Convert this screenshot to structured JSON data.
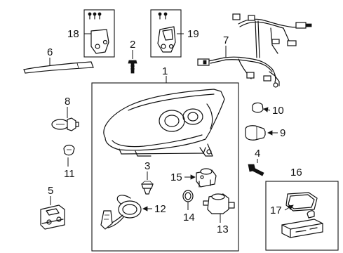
{
  "diagram": {
    "callouts": [
      "1",
      "2",
      "3",
      "4",
      "5",
      "6",
      "7",
      "8",
      "9",
      "10",
      "11",
      "12",
      "13",
      "14",
      "15",
      "16",
      "17",
      "18",
      "19"
    ],
    "parts": [
      {
        "callout": "1",
        "name": "headlamp-assembly"
      },
      {
        "callout": "2",
        "name": "bolt"
      },
      {
        "callout": "3",
        "name": "push-clip"
      },
      {
        "callout": "4",
        "name": "bolt"
      },
      {
        "callout": "5",
        "name": "mounting-bracket"
      },
      {
        "callout": "6",
        "name": "trim-strip"
      },
      {
        "callout": "7",
        "name": "wiring-harness"
      },
      {
        "callout": "8",
        "name": "halogen-bulb"
      },
      {
        "callout": "9",
        "name": "signal-bulb"
      },
      {
        "callout": "10",
        "name": "small-bulb"
      },
      {
        "callout": "11",
        "name": "wedge-bulb"
      },
      {
        "callout": "12",
        "name": "bulb-socket"
      },
      {
        "callout": "13",
        "name": "leveling-motor"
      },
      {
        "callout": "14",
        "name": "o-ring"
      },
      {
        "callout": "15",
        "name": "socket"
      },
      {
        "callout": "16",
        "name": "ballast-kit"
      },
      {
        "callout": "17",
        "name": "gasket"
      },
      {
        "callout": "18",
        "name": "repair-bracket-kit"
      },
      {
        "callout": "19",
        "name": "repair-bracket-kit"
      }
    ]
  }
}
